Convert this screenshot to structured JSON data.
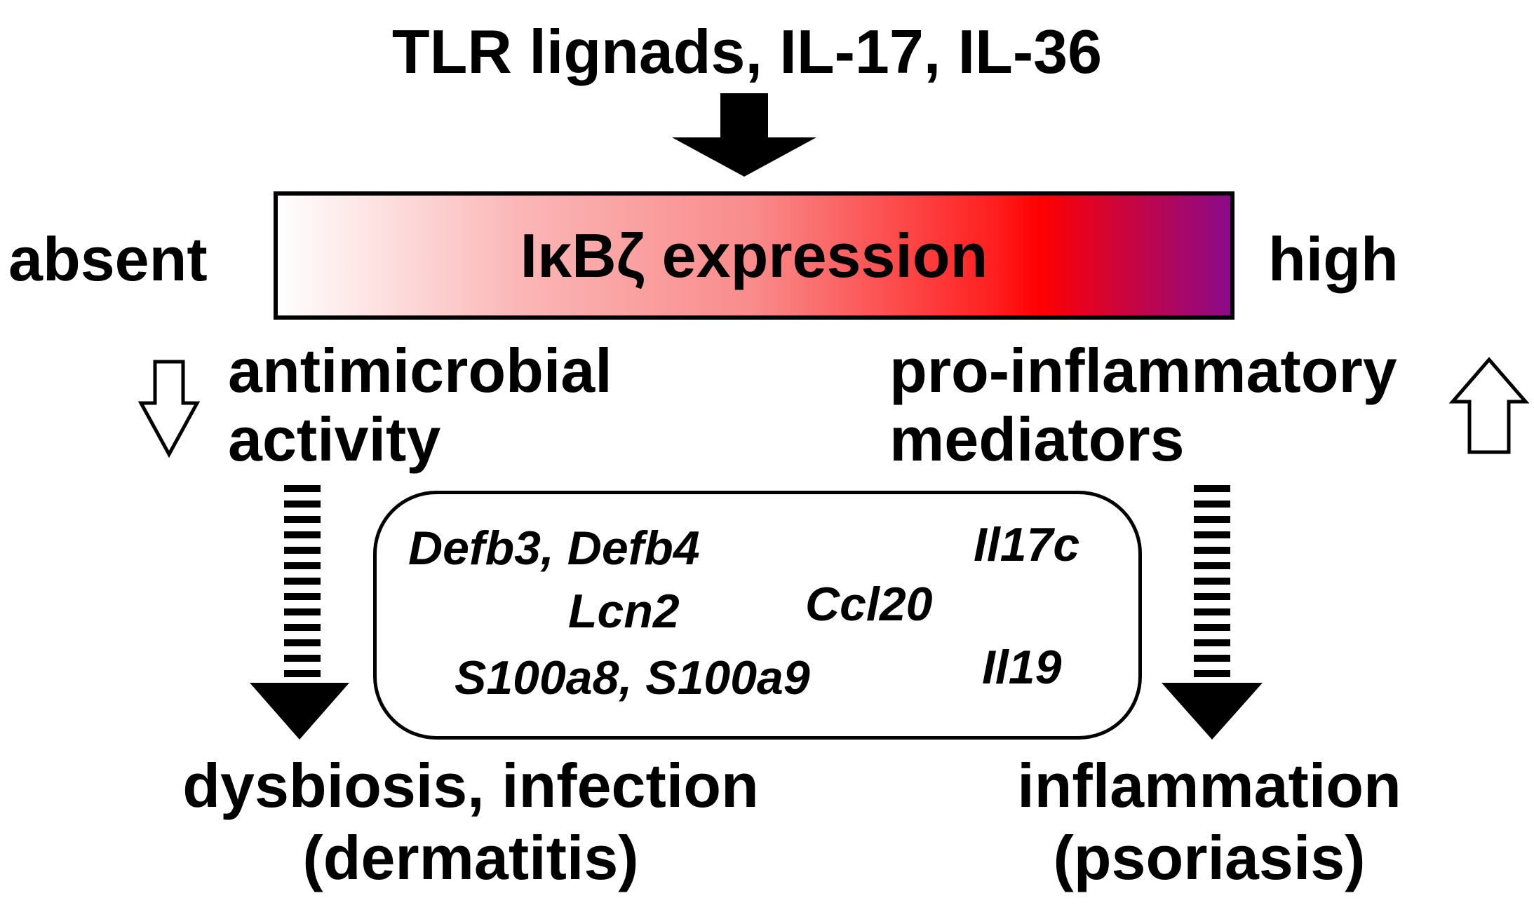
{
  "stimuli": "TLR lignads, IL-17, IL-36",
  "expression_bar": {
    "label": "IκBζ expression",
    "low_label": "absent",
    "high_label": "high",
    "gradient_colors": [
      "#ffffff",
      "#f98b8b",
      "#ff0000",
      "#8a0a8a"
    ]
  },
  "left_branch": {
    "effect_line1": "antimicrobial",
    "effect_line2": "activity",
    "effect_direction": "down",
    "outcome_line1": "dysbiosis, infection",
    "outcome_line2": "(dermatitis)"
  },
  "right_branch": {
    "effect_line1": "pro-inflammatory",
    "effect_line2": "mediators",
    "effect_direction": "up",
    "outcome_line1": "inflammation",
    "outcome_line2": "(psoriasis)"
  },
  "genes": {
    "defb": "Defb3, Defb4",
    "lcn2": "Lcn2",
    "s100": "S100a8, S100a9",
    "ccl20": "Ccl20",
    "il17c": "Il17c",
    "il19": "Il19"
  }
}
